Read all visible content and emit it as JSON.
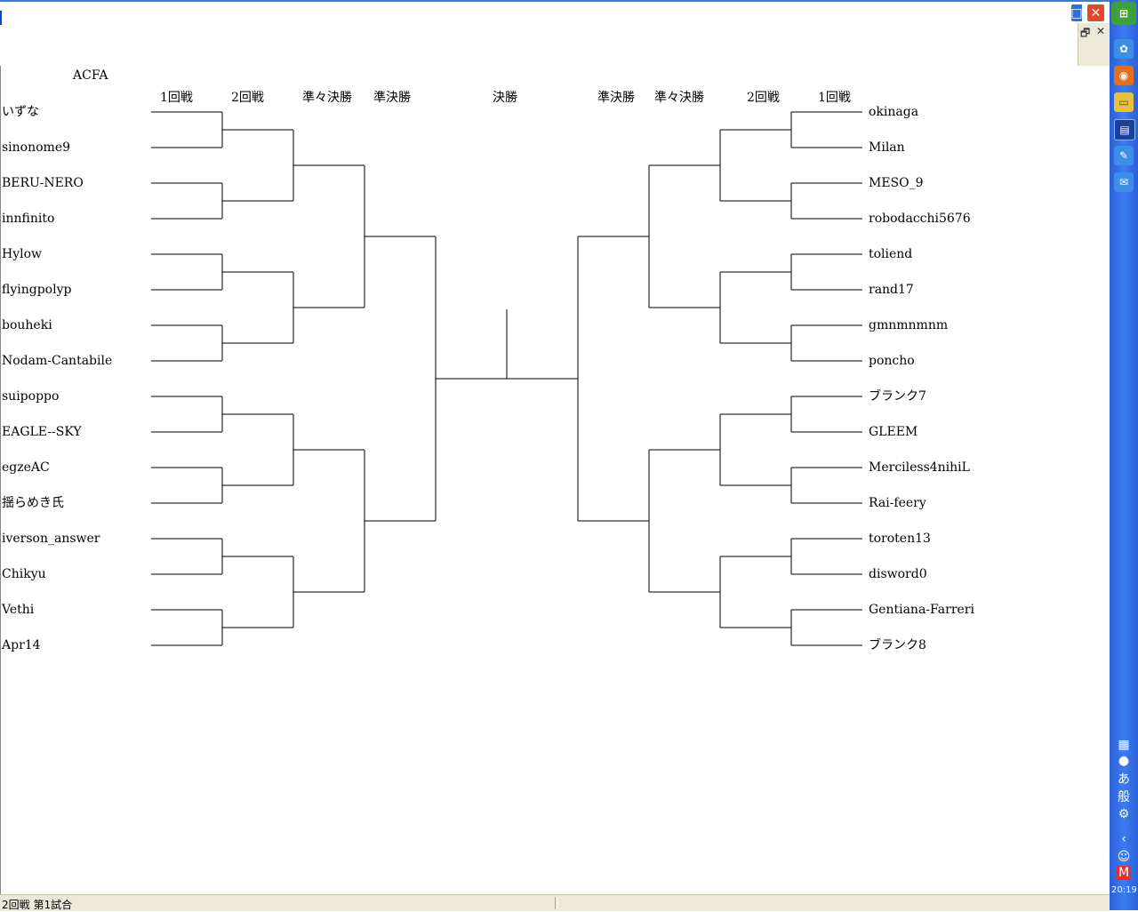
{
  "window": {
    "restore_label": "□",
    "close_label": "✕",
    "mdi_restore_label": "🗗",
    "mdi_close_label": "✕"
  },
  "tournament": {
    "title": "ACFA",
    "left_rounds": [
      "1回戦",
      "2回戦",
      "準々決勝",
      "準決勝"
    ],
    "final_label": "決勝",
    "right_rounds": [
      "準決勝",
      "準々決勝",
      "2回戦",
      "1回戦"
    ],
    "left_players": [
      "いずな",
      "sinonome9",
      "BERU-NERO",
      "innfinito",
      "Hylow",
      "flyingpolyp",
      "bouheki",
      "Nodam-Cantabile",
      "suipoppo",
      "EAGLE--SKY",
      "egzeAC",
      "揺らめき氏",
      "iverson_answer",
      "Chikyu",
      "Vethi",
      "Apr14"
    ],
    "right_players": [
      "okinaga",
      "Milan",
      "MESO_9",
      "robodacchi5676",
      "toliend",
      "rand17",
      "gmnmnmnm",
      "poncho",
      "ブランク7",
      "GLEEM",
      "Merciless4nihiL",
      "Rai-feery",
      "toroten13",
      "disword0",
      "Gentiana-Farreri",
      "ブランク8"
    ]
  },
  "statusbar": {
    "text": "2回戦 第1試合"
  },
  "taskbar": {
    "start_label": "⊞",
    "icons": [
      "msn-icon",
      "firefox-icon",
      "folder-icon",
      "document-icon",
      "paint-icon",
      "notepad-icon"
    ],
    "ime_a": "あ",
    "ime_mode": "般",
    "clock": "20:19"
  },
  "colors": {
    "taskbar": "#2a5fd8",
    "close": "#e04a2a",
    "start": "#3fa03a",
    "status_bg": "#ece9d8"
  }
}
